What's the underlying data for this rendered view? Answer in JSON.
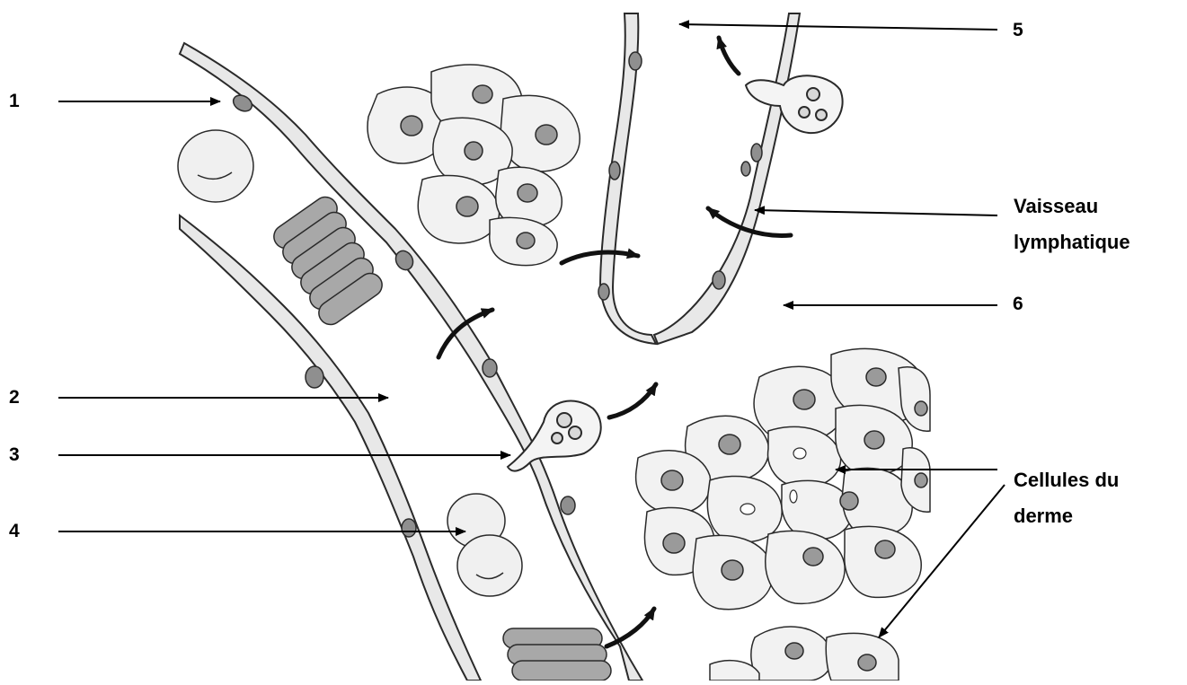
{
  "labels": {
    "l1": "1",
    "l2": "2",
    "l3": "3",
    "l4": "4",
    "l5": "5",
    "l6": "6",
    "vessel_line1": "Vaisseau",
    "vessel_line2": "lymphatique",
    "cells_line1": "Cellules du",
    "cells_line2": "derme"
  },
  "colors": {
    "ink": "#2a2a2a",
    "cell_fill": "#f2f2f2",
    "nucleus_fill": "#9a9a9a",
    "rbc_stack_fill": "#a8a8a8",
    "wall_fill": "#e6e6e6",
    "label_color": "#000000"
  }
}
